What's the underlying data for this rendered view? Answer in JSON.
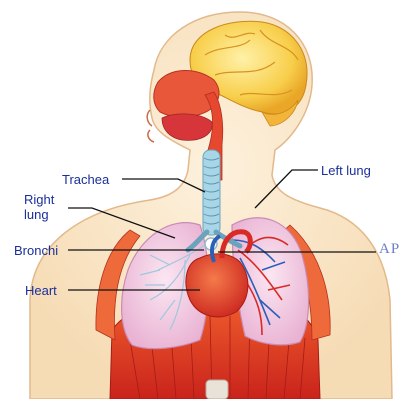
{
  "labels": {
    "trachea": "Trachea",
    "right_lung": "Right\nlung",
    "bronchi": "Bronchi",
    "heart": "Heart",
    "left_lung": "Left lung"
  },
  "watermark": "AP"
}
